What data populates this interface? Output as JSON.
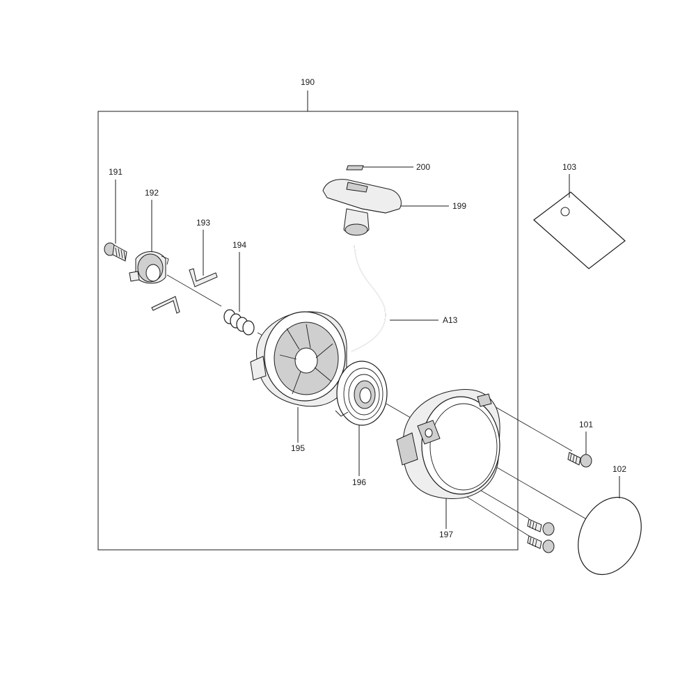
{
  "labels": {
    "p190": "190",
    "p191": "191",
    "p192": "192",
    "p193": "193",
    "p194": "194",
    "p195": "195",
    "p196": "196",
    "p197": "197",
    "p199": "199",
    "p200": "200",
    "pA13": "A13",
    "p101": "101",
    "p102": "102",
    "p103": "103"
  }
}
